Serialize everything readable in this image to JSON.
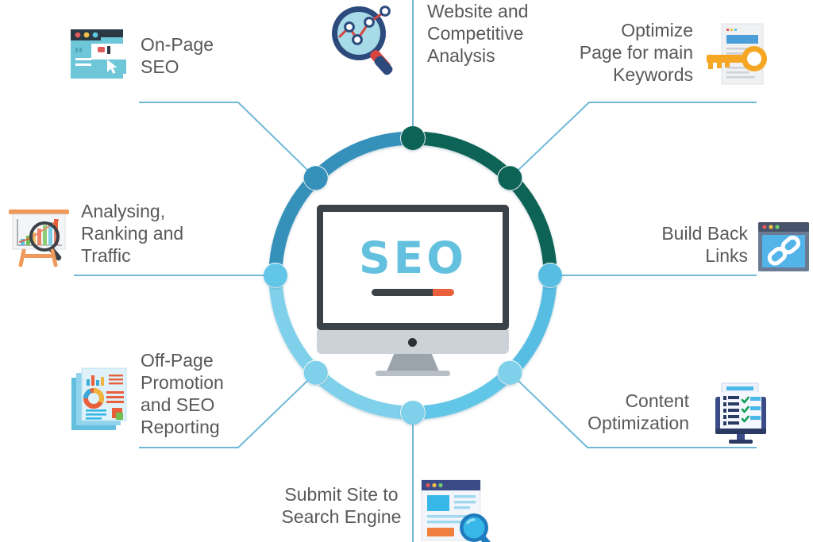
{
  "diagram": {
    "title": "SEO Process Circular Infographic",
    "center": {
      "screen_text": "SEO",
      "device": "desktop-monitor"
    },
    "ring": {
      "segment_colors": [
        "#3490ba",
        "#0b6356",
        "#0b6356",
        "#58bde2",
        "#62c6e8",
        "#7fd0ea",
        "#7fd0ea",
        "#3490ba"
      ],
      "node_colors": [
        "#0b6356",
        "#0b6356",
        "#58bde2",
        "#7fd0ea",
        "#7fd0ea",
        "#7fd0ea",
        "#62c6e8",
        "#3490ba"
      ],
      "connector_color": "#6fb8d8"
    },
    "steps": [
      {
        "id": "website-competitive-analysis",
        "label": "Website and\nCompetitive\nAnalysis",
        "icon": "magnifier-chart-icon",
        "angle_deg": 90,
        "node_color": "#0b6356"
      },
      {
        "id": "optimize-page-keywords",
        "label": "Optimize\nPage for main\nKeywords",
        "icon": "key-document-icon",
        "angle_deg": 45,
        "node_color": "#0b6356"
      },
      {
        "id": "build-back-links",
        "label": "Build Back\nLinks",
        "icon": "chain-link-browser-icon",
        "angle_deg": 0,
        "node_color": "#58bde2"
      },
      {
        "id": "content-optimization",
        "label": "Content\nOptimization",
        "icon": "checklist-monitor-icon",
        "angle_deg": 315,
        "node_color": "#7fd0ea"
      },
      {
        "id": "submit-site-search-engine",
        "label": "Submit Site to\nSearch Engine",
        "icon": "page-magnifier-icon",
        "angle_deg": 270,
        "node_color": "#7fd0ea"
      },
      {
        "id": "off-page-promotion-reporting",
        "label": "Off-Page\nPromotion\nand SEO\nReporting",
        "icon": "reports-stack-icon",
        "angle_deg": 225,
        "node_color": "#7fd0ea"
      },
      {
        "id": "analysing-ranking-traffic",
        "label": "Analysing,\nRanking and\nTraffic",
        "icon": "easel-bar-chart-icon",
        "angle_deg": 180,
        "node_color": "#62c6e8"
      },
      {
        "id": "on-page-seo",
        "label": "On-Page\nSEO",
        "icon": "browser-cursor-icon",
        "angle_deg": 135,
        "node_color": "#3490ba"
      }
    ]
  }
}
